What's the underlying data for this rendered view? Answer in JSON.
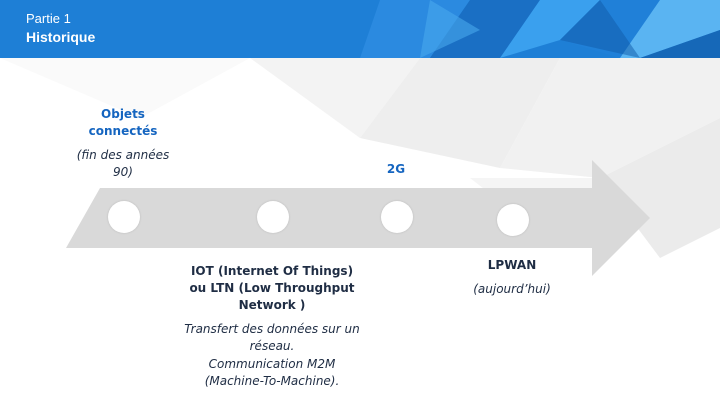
{
  "header": {
    "part": "Partie 1",
    "title": "Historique"
  },
  "timeline": {
    "item1": {
      "title": "Objets connectés",
      "subtitle": "(fin des années 90)"
    },
    "item2": {
      "title": "2G"
    },
    "item3": {
      "title": "IOT (Internet Of Things) ou LTN (Low Throughput Network )",
      "desc1": "Transfert des données sur un réseau.",
      "desc2": "Communication M2M (Machine-To-Machine)."
    },
    "item4": {
      "title": "LPWAN",
      "subtitle": "(aujourd’hui)"
    }
  },
  "colors": {
    "header_blue": "#1e7fd6",
    "accent_text": "#1565c0",
    "arrow_gray": "#d9d9d9"
  }
}
